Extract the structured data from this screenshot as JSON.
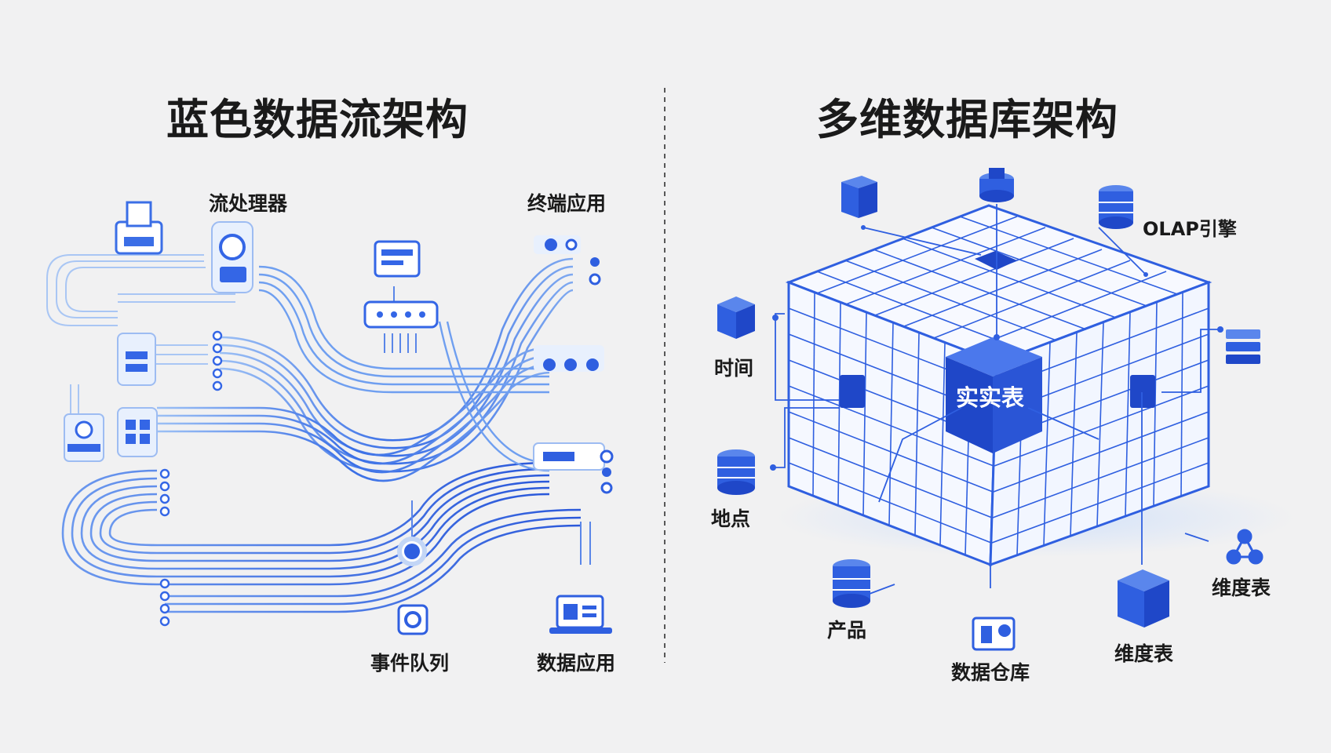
{
  "left_panel": {
    "title": "蓝色数据流架构",
    "labels": {
      "stream_processor": "流处理器",
      "terminal_app": "终端应用",
      "event_queue": "事件队列",
      "data_app": "数据应用"
    }
  },
  "right_panel": {
    "title": "多维数据库架构",
    "center_label": "实实表",
    "labels": {
      "olap_engine": "OLAP引擎",
      "time": "时间",
      "location": "地点",
      "product": "产品",
      "data_warehouse": "数据仓库",
      "dimension_table_a": "维度表",
      "dimension_table_b": "维度表"
    }
  },
  "colors": {
    "primary_blue": "#2f5fe0",
    "light_blue": "#8fb4f2",
    "dark_blue": "#1f47c8",
    "background": "#f1f1f2"
  },
  "icons": [
    "printer-icon",
    "processor-icon",
    "monitor-icon",
    "router-icon",
    "server-icon",
    "grid-icon",
    "node-icon",
    "queue-icon",
    "laptop-icon",
    "database-icon",
    "building-icon",
    "network-icon",
    "warehouse-icon"
  ]
}
